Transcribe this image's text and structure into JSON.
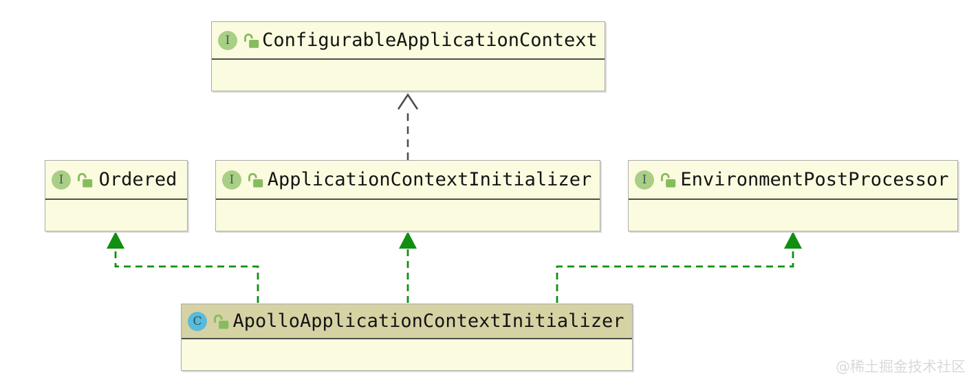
{
  "diagram": {
    "nodes": [
      {
        "id": "configurable-application-context",
        "kind": "interface",
        "icon_letter": "I",
        "visibility_icon": "unlocked-padlock",
        "label": "ConfigurableApplicationContext"
      },
      {
        "id": "ordered",
        "kind": "interface",
        "icon_letter": "I",
        "visibility_icon": "unlocked-padlock",
        "label": "Ordered"
      },
      {
        "id": "application-context-initializer",
        "kind": "interface",
        "icon_letter": "I",
        "visibility_icon": "unlocked-padlock",
        "label": "ApplicationContextInitializer"
      },
      {
        "id": "environment-post-processor",
        "kind": "interface",
        "icon_letter": "I",
        "visibility_icon": "unlocked-padlock",
        "label": "EnvironmentPostProcessor"
      },
      {
        "id": "apollo-application-context-initializer",
        "kind": "class",
        "icon_letter": "C",
        "visibility_icon": "unlocked-padlock",
        "label": "ApolloApplicationContextInitializer"
      }
    ],
    "edges": [
      {
        "from": "ApplicationContextInitializer",
        "to": "ConfigurableApplicationContext",
        "type": "extends",
        "style": "gray-dashed-open-arrowhead"
      },
      {
        "from": "ApolloApplicationContextInitializer",
        "to": "Ordered",
        "type": "implements",
        "style": "green-dashed-solid-arrowhead"
      },
      {
        "from": "ApolloApplicationContextInitializer",
        "to": "ApplicationContextInitializer",
        "type": "implements",
        "style": "green-dashed-solid-arrowhead"
      },
      {
        "from": "ApolloApplicationContextInitializer",
        "to": "EnvironmentPostProcessor",
        "type": "implements",
        "style": "green-dashed-solid-arrowhead"
      }
    ],
    "colors": {
      "node_body_fill": "#fbfbdf",
      "class_header_fill": "#d5d2a4",
      "node_border": "#a9a9a9",
      "divider": "#4d4d4d",
      "interface_icon_fill": "#a9ce85",
      "class_icon_fill": "#58bbdc",
      "lock_icon_green": "#85bd5e",
      "implements_edge_green": "#108f10",
      "extends_edge_gray": "#4d4d4d"
    },
    "watermark": "@稀土掘金技术社区"
  }
}
